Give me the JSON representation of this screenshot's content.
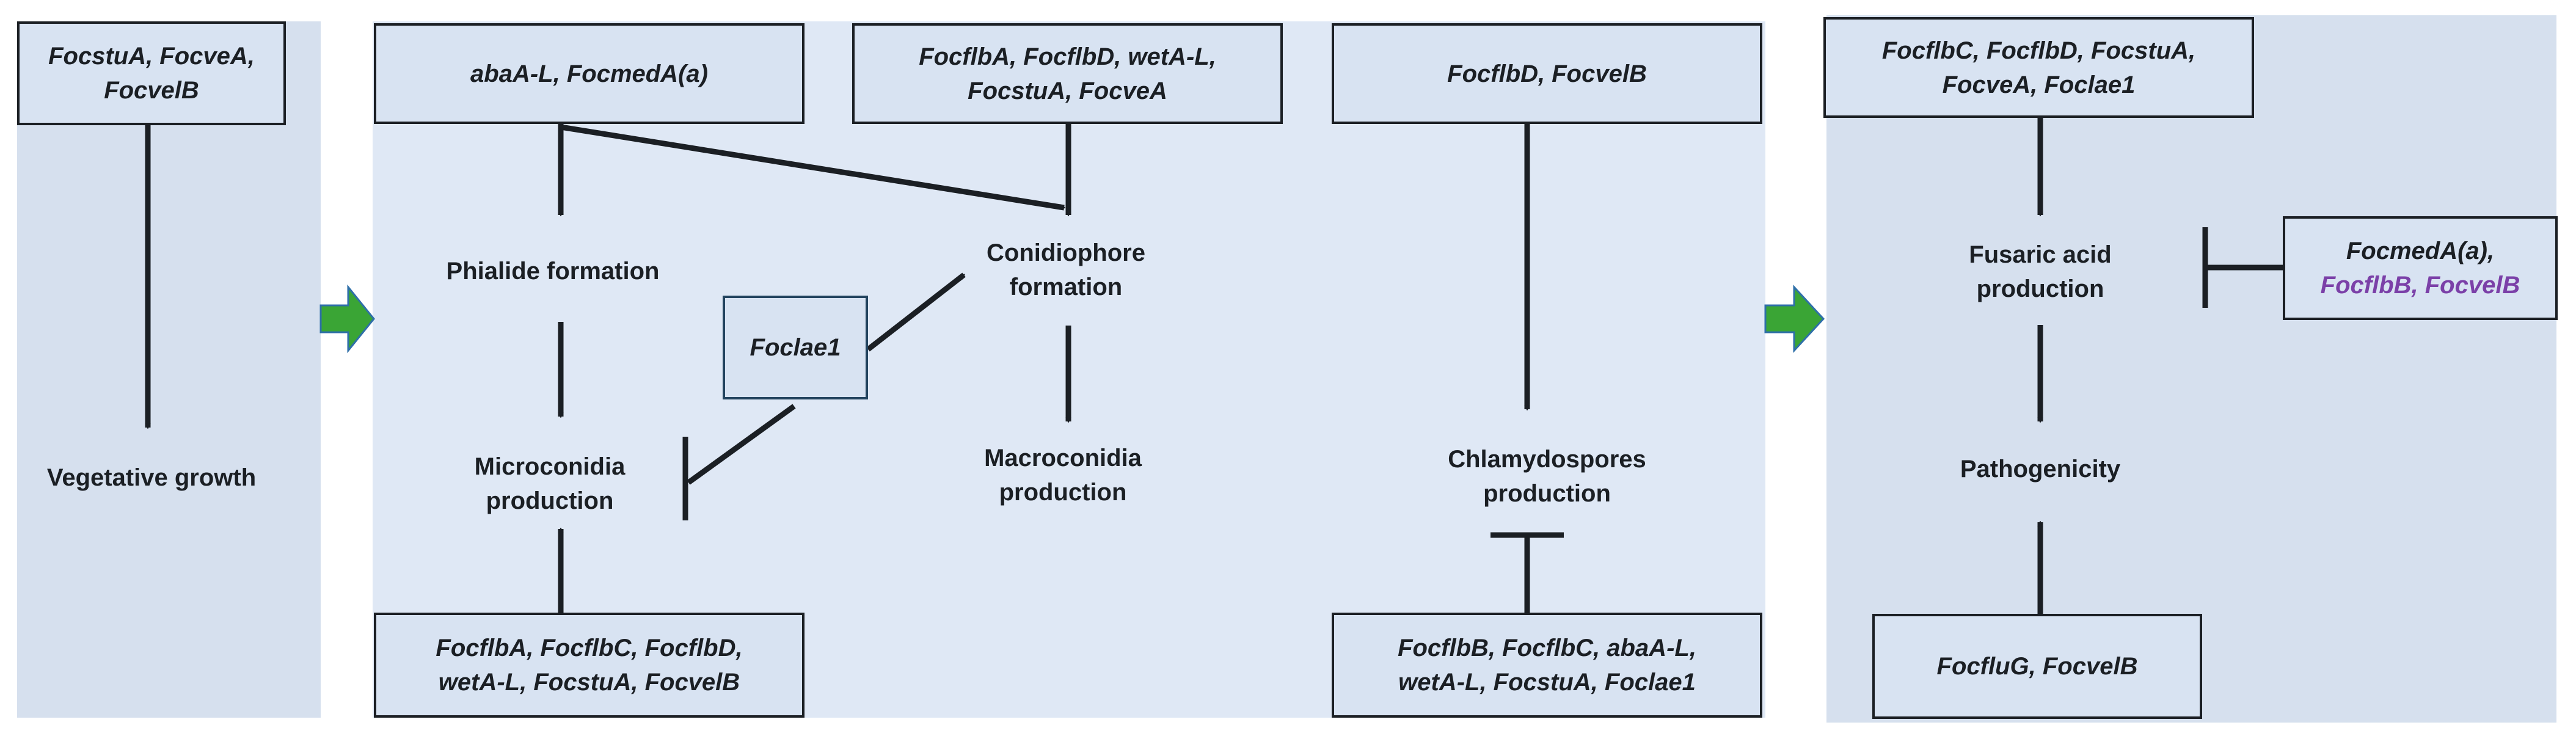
{
  "colors": {
    "panel_left": "#d6e0ee",
    "panel_center": "#dfe8f5",
    "panel_right": "#d6e0ee",
    "box_fill": "#d8e3f2",
    "box_border": "#1b1f24",
    "arrow": "#1b1f24",
    "green_arrow": "#3aa535",
    "green_arrow_border": "#2e6fa8",
    "purple_text": "#7b40a8"
  },
  "vegetative": {
    "genes_line1": "FocstuA, FocveA,",
    "genes_line2": "FocvelB",
    "outcome": "Vegetative growth"
  },
  "conidiation": {
    "top_left_genes": "abaA-L, FocmedA(a)",
    "top_mid_genes_line1": "FocflbA, FocflbD, wetA-L,",
    "top_mid_genes_line2": "FocstuA, FocveA",
    "phialide": "Phialide formation",
    "conidiophore_line1": "Conidiophore",
    "conidiophore_line2": "formation",
    "laeA": "Foclae1",
    "micro_line1": "Microconidia",
    "micro_line2": "production",
    "macro_line1": "Macroconidia",
    "macro_line2": "production",
    "bottom_genes_line1": "FocflbA, FocflbC, FocflbD,",
    "bottom_genes_line2": "wetA-L, FocstuA, FocvelB"
  },
  "chlamydospores": {
    "top_genes": "FocflbD, FocvelB",
    "outcome_line1": "Chlamydospores",
    "outcome_line2": "production",
    "bottom_genes_line1": "FocflbB, FocflbC, abaA-L,",
    "bottom_genes_line2": "wetA-L,  FocstuA, Foclae1"
  },
  "pathogenicity": {
    "top_genes_line1": "FocflbC, FocflbD, FocstuA,",
    "top_genes_line2": "FocveA, Foclae1",
    "fusaric_line1": "Fusaric acid",
    "fusaric_line2": "production",
    "inhibitor_line1": "FocmedA(a),",
    "inhibitor_line2": "FocflbB, FocvelB",
    "outcome": "Pathogenicity",
    "bottom_genes": "FocfluG, FocvelB"
  }
}
